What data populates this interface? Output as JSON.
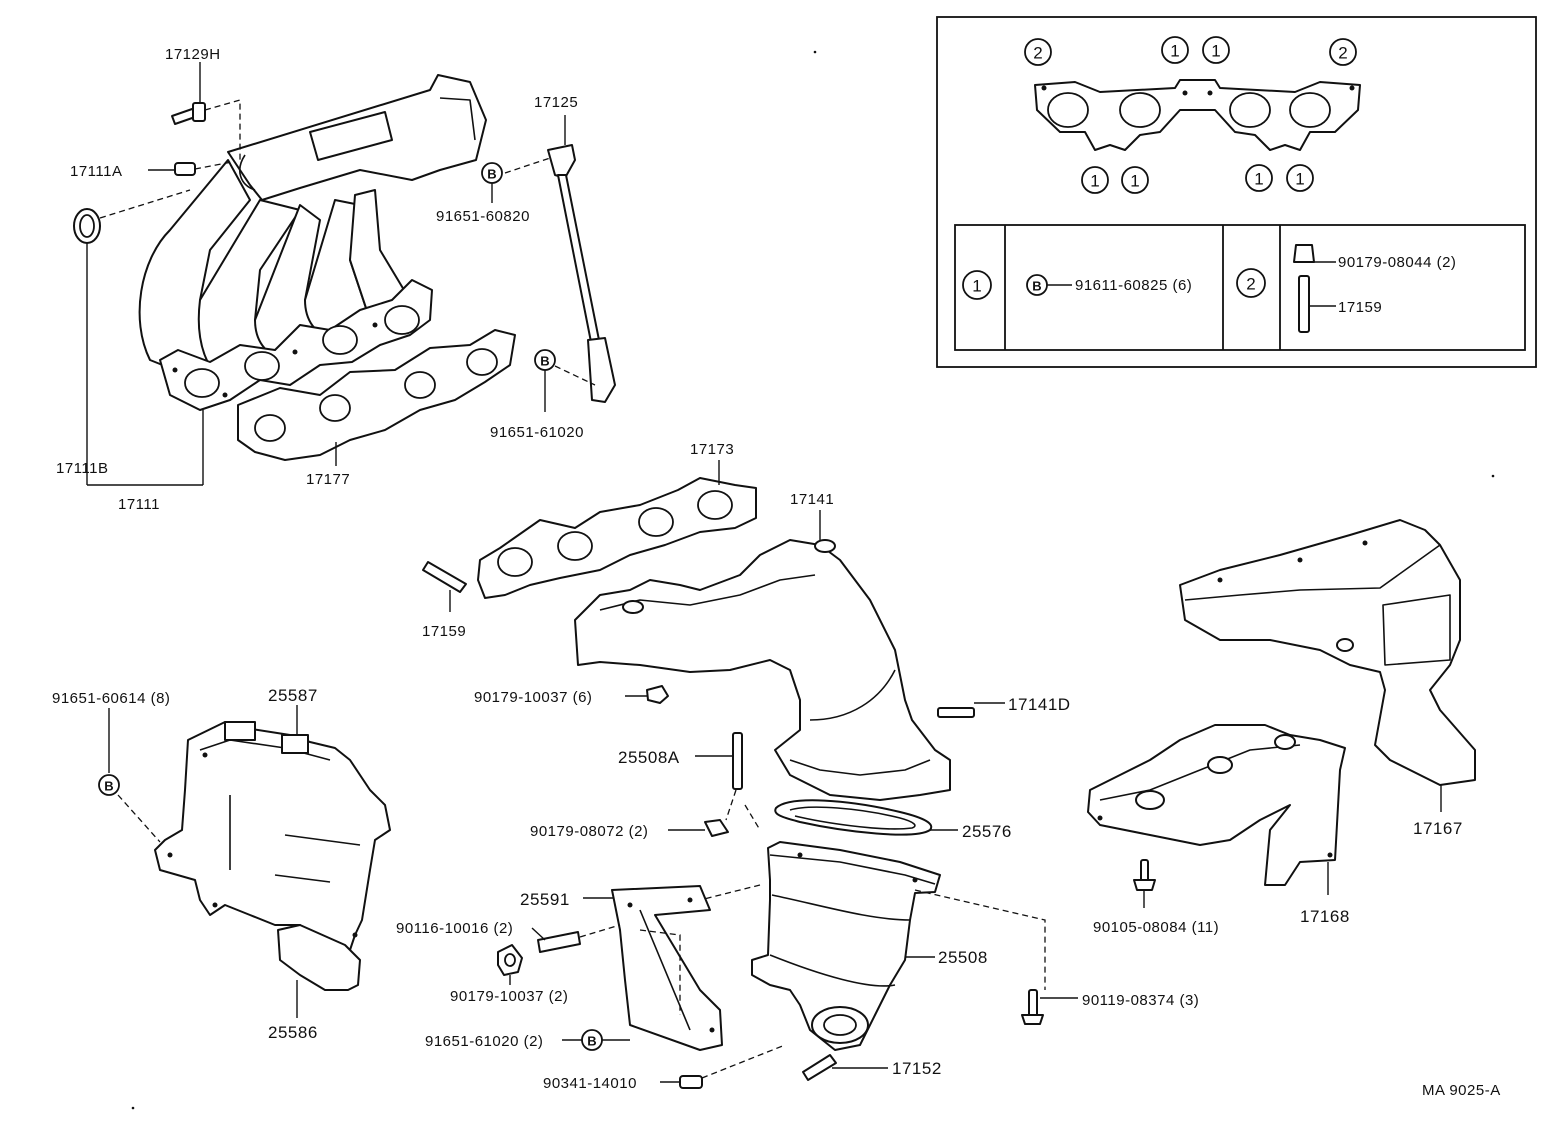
{
  "labels": {
    "p17129H": "17129H",
    "p17111A": "17111A",
    "p17125": "17125",
    "p91651_60820": "91651-60820",
    "p91651_61020_top": "91651-61020",
    "p17111B": "17111B",
    "p17111": "17111",
    "p17177": "17177",
    "p17173": "17173",
    "p17141": "17141",
    "p17159_main": "17159",
    "p90179_10037_6": "90179-10037 (6)",
    "p17141D": "17141D",
    "p25508A": "25508A",
    "p91651_60614": "91651-60614 (8)",
    "p25587": "25587",
    "p25586": "25586",
    "p90179_08072": "90179-08072 (2)",
    "p25576": "25576",
    "p25591": "25591",
    "p90116_10016": "90116-10016 (2)",
    "p90179_10037_2": "90179-10037 (2)",
    "p91651_61020_2": "91651-61020 (2)",
    "p90341_14010": "90341-14010",
    "p17152": "17152",
    "p25508": "25508",
    "p90119_08374": "90119-08374 (3)",
    "p17167": "17167",
    "p17168": "17168",
    "p90105_08084": "90105-08084 (11)",
    "catalog_code": "MA  9025-A"
  },
  "symbols": {
    "bolt_letter": "B",
    "mark_1": "1",
    "mark_2": "2"
  },
  "inset": {
    "row1_mark": "1",
    "row1_part": "91611-60825 (6)",
    "row2_mark": "2",
    "row2_part_a": "90179-08044 (2)",
    "row2_part_b": "17159"
  }
}
